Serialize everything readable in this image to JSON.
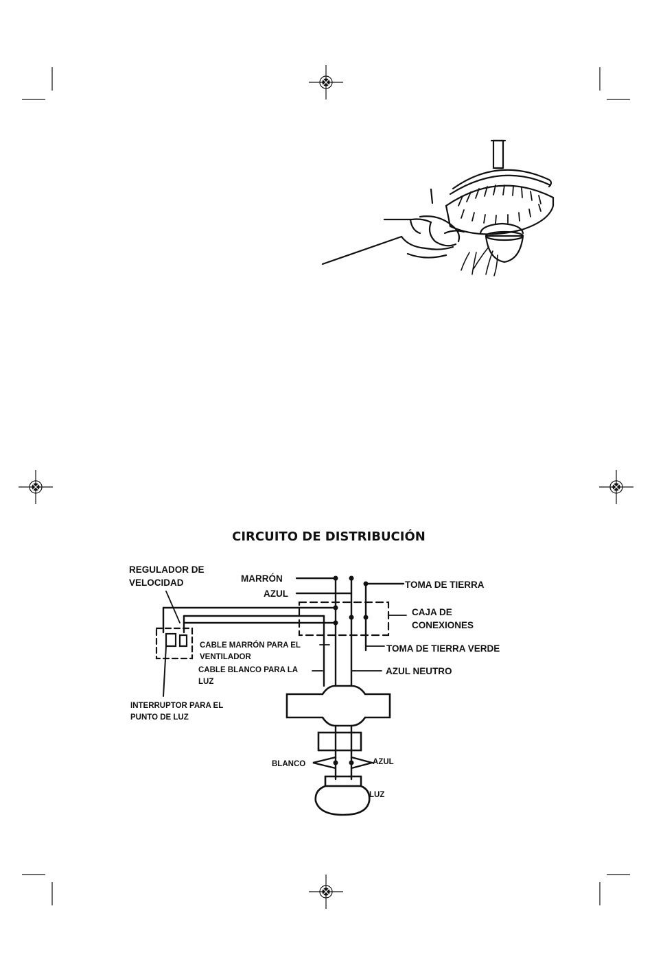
{
  "diagram": {
    "title": "CIRCUITO DE DISTRIBUCIÓN",
    "labels": {
      "regulador_line1": "REGULADOR DE",
      "regulador_line2": "VELOCIDAD",
      "marron": "MARRÓN",
      "azul_top": "AZUL",
      "toma_tierra": "TOMA DE TIERRA",
      "caja_line1": "CAJA DE",
      "caja_line2": "CONEXIONES",
      "toma_tierra_verde": "TOMA DE TIERRA VERDE",
      "cable_marron_line1": "CABLE MARRÓN PARA EL",
      "cable_marron_line2": "VENTILADOR",
      "cable_blanco_line1": "CABLE BLANCO PARA LA",
      "cable_blanco_line2": "LUZ",
      "azul_neutro": "AZUL NEUTRO",
      "interruptor_line1": "INTERRUPTOR PARA EL",
      "interruptor_line2": "PUNTO DE LUZ",
      "blanco": "BLANCO",
      "azul_bottom": "AZUL",
      "luz": "LUZ"
    }
  }
}
